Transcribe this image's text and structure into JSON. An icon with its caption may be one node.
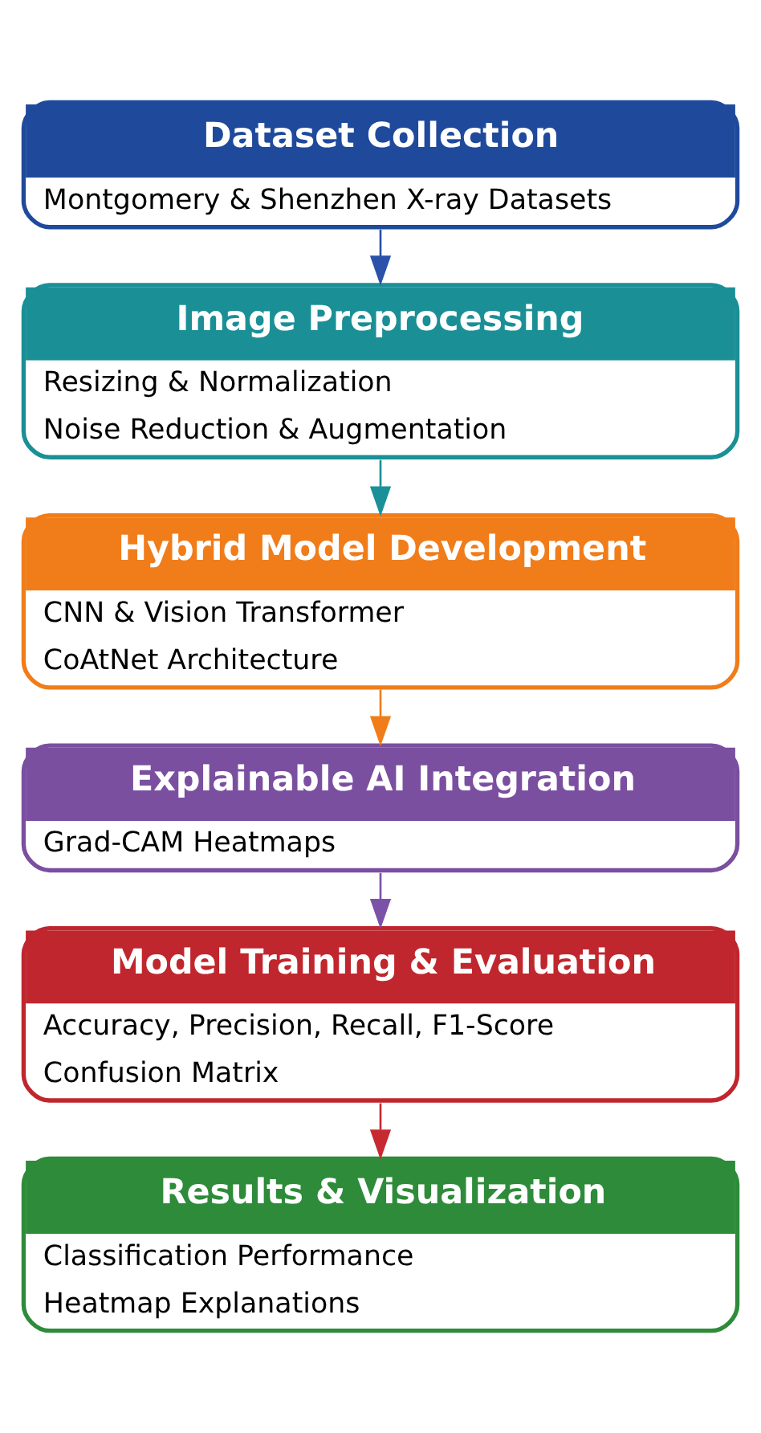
{
  "diagram": {
    "nodes": [
      {
        "text": [
          "Dataset Collection",
          "Montgomery & Shenzhen X-ray Datasets"
        ]
      },
      {
        "text": [
          "Image Preprocessing",
          "Resizing & Normalization",
          "Noise Reduction & Augmentation"
        ]
      },
      {
        "text": [
          "Hybrid Model Development",
          "CNN & Vision Transformer",
          "CoAtNet Architecture"
        ]
      },
      {
        "text": [
          "Explainable AI Integration",
          "Grad-CAM Heatmaps"
        ]
      },
      {
        "text": [
          "Model Training & Evaluation",
          "Accuracy, Precision, Recall, F1-Score",
          "Confusion Matrix"
        ]
      },
      {
        "text": [
          "Results & Visualization",
          "Classification Performance",
          "Heatmap Explanations"
        ]
      }
    ],
    "edges": [
      {
        "from": 0,
        "to": 1,
        "arrow": "to",
        "color": "#2a52a8"
      },
      {
        "from": 1,
        "to": 2,
        "arrow": "to",
        "color": "#1b9098"
      },
      {
        "from": 2,
        "to": 3,
        "arrow": "to",
        "color": "#f07d1a"
      },
      {
        "from": 3,
        "to": 4,
        "arrow": "to",
        "color": "#7b52a8"
      },
      {
        "from": 4,
        "to": 5,
        "arrow": "to",
        "color": "#c62a30"
      }
    ]
  }
}
